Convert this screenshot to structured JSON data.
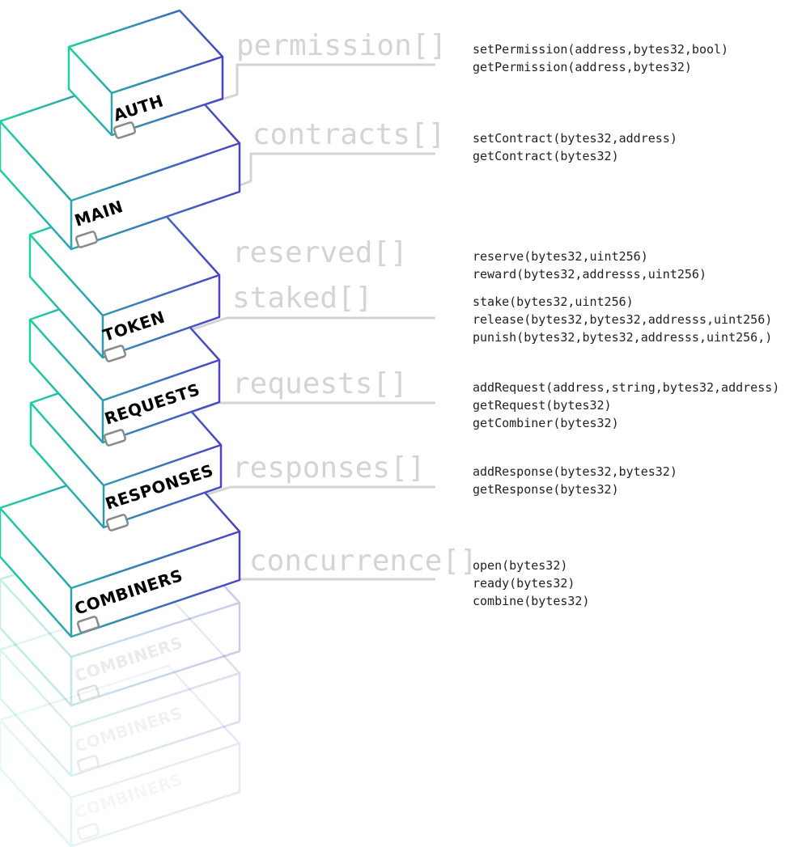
{
  "colors": {
    "edge_left": "#1ecfa3",
    "edge_right": "#4a42c8",
    "label": "#000000",
    "connector": "#d4d4d4",
    "port": "#8a8a8a",
    "ghost_label": "#b8b8b8"
  },
  "modules": [
    {
      "name": "AUTH",
      "storage": "permission[]",
      "functions": [
        "setPermission(address,bytes32,bool)",
        "getPermission(address,bytes32)"
      ]
    },
    {
      "name": "MAIN",
      "storage": "contracts[]",
      "functions": [
        "setContract(bytes32,address)",
        "getContract(bytes32)"
      ]
    },
    {
      "name": "TOKEN",
      "storage": "reserved[]",
      "functions": [
        "reserve(bytes32,uint256)",
        "reward(bytes32,addresss,uint256)"
      ]
    },
    {
      "name": "REQUESTS",
      "storage": "requests[]",
      "functions": [
        "addRequest(address,string,bytes32,address)",
        "getRequest(bytes32)",
        "getCombiner(bytes32)"
      ]
    },
    {
      "name": "RESPONSES",
      "storage": "responses[]",
      "functions": [
        "addResponse(bytes32,bytes32)",
        "getResponse(bytes32)"
      ]
    },
    {
      "name": "COMBINERS",
      "storage": "concurrence[]",
      "functions": [
        "open(bytes32)",
        "ready(bytes32)",
        "combine(bytes32)"
      ]
    }
  ],
  "token_extra": {
    "storage": "staked[]",
    "functions": [
      "stake(bytes32,uint256)",
      "release(bytes32,bytes32,addresss,uint256)",
      "punish(bytes32,bytes32,addresss,uint256,)"
    ]
  },
  "ghost_modules": [
    "COMBINERS",
    "COMBINERS",
    "COMBINERS"
  ]
}
